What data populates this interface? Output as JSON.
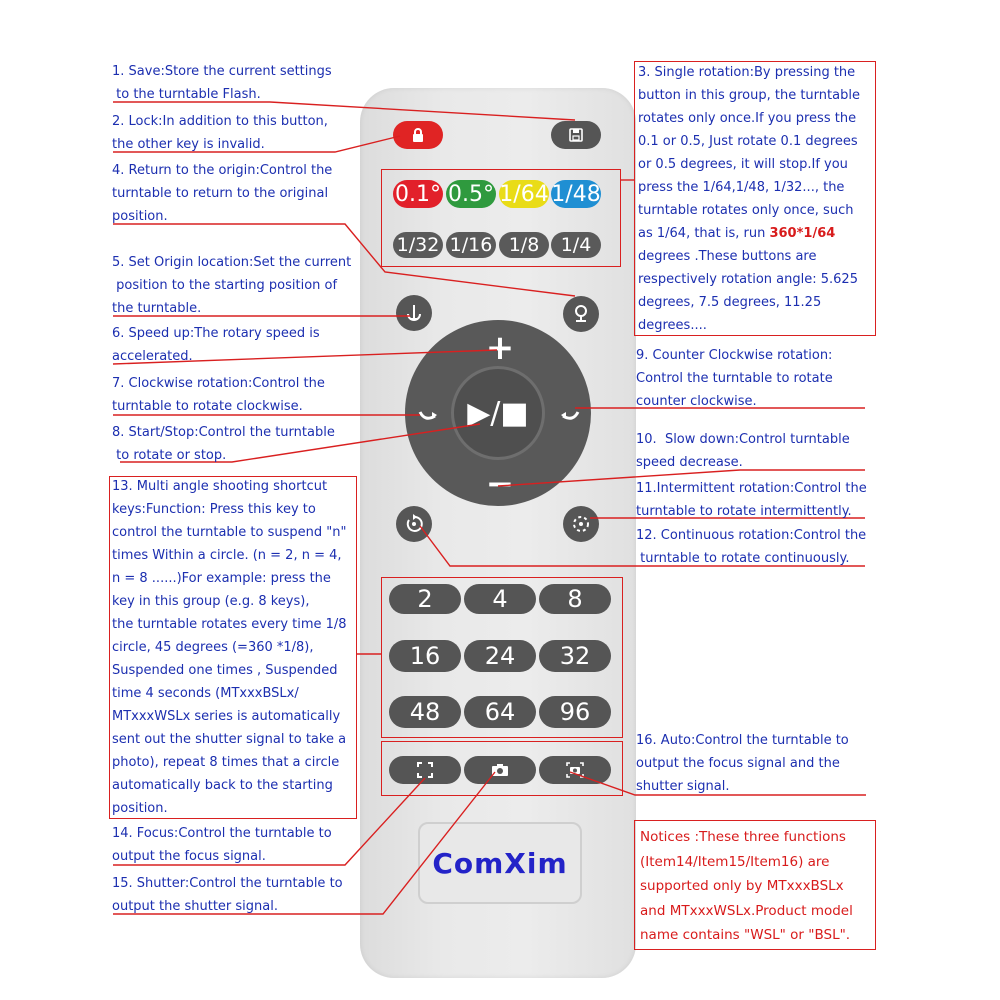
{
  "brand": "ComXim",
  "buttons": {
    "speed_fractions": [
      "0.1°",
      "0.5°",
      "1/64",
      "1/48"
    ],
    "fraction_row": [
      "1/32",
      "1/16",
      "1/8",
      "1/4"
    ],
    "multi_angle": [
      "2",
      "4",
      "8",
      "16",
      "24",
      "32",
      "48",
      "64",
      "96"
    ],
    "plus": "+",
    "minus": "−",
    "play_stop": "▶/■"
  },
  "colors": {
    "fraction_0_1": "#e2202a",
    "fraction_0_5": "#2f9a3e",
    "fraction_1_64": "#e9dc17",
    "fraction_1_48": "#1f8fd3",
    "lock": "#e02424",
    "annotation_blue": "#1c2fb0",
    "annotation_red": "#d92020"
  },
  "notes": {
    "n1": "1. Save:Store the current settings\n to the turntable Flash.",
    "n2": "2. Lock:In addition to this button,\nthe other key is invalid.",
    "n4": "4. Return to the origin:Control the\nturntable to return to the original\nposition.",
    "n5": "5. Set Origin location:Set the current\n position to the starting position of\nthe turntable.",
    "n6": "6. Speed up:The rotary speed is\naccelerated.",
    "n7": "7. Clockwise rotation:Control the\nturntable to rotate clockwise.",
    "n8": "8. Start/Stop:Control the turntable\n to rotate or stop.",
    "n3_a": "3. Single rotation:By pressing the\nbutton in this group, the turntable\nrotates only once.If you press the\n0.1 or 0.5, Just rotate 0.1 degrees\nor 0.5 degrees, it will stop.If you\npress the 1/64,1/48, 1/32..., the\nturntable rotates only once, such\nas 1/64, that is, run ",
    "n3_red": "360*1/64",
    "n3_b": "degrees .These buttons are\nrespectively rotation angle: 5.625\ndegrees, 7.5 degrees, 11.25\ndegrees....",
    "n9": "9. Counter Clockwise rotation:\nControl the turntable to rotate\ncounter clockwise.",
    "n10": "10.  Slow down:Control turntable\nspeed decrease.",
    "n11": "11.Intermittent rotation:Control the\nturntable to rotate intermittently.",
    "n12": "12. Continuous rotation:Control the\n turntable to rotate continuously.",
    "n13": "13. Multi angle shooting shortcut\nkeys:Function: Press this key to\ncontrol the turntable to suspend \"n\"\ntimes Within a circle. (n = 2, n = 4,\nn = 8 ......)For example: press the\nkey in this group (e.g. 8 keys),\nthe turntable rotates every time 1/8\ncircle, 45 degrees (=360 *1/8),\nSuspended one times , Suspended\ntime 4 seconds (MTxxxBSLx/\nMTxxxWSLx series is automatically\nsent out the shutter signal to take a\nphoto), repeat 8 times that a circle\nautomatically back to the starting\nposition.",
    "n14": "14. Focus:Control the turntable to\noutput the focus signal.",
    "n15": "15. Shutter:Control the turntable to\noutput the shutter signal.",
    "n16": "16. Auto:Control the turntable to\noutput the focus signal and the\nshutter signal.",
    "notice": "Notices :These three functions\n(Item14/Item15/Item16) are\nsupported only by MTxxxBSLx\nand MTxxxWSLx.Product model\nname contains \"WSL\" or \"BSL\"."
  },
  "icons": {
    "lock": "lock-icon",
    "save": "floppy-disk-icon",
    "return_origin": "anchor-down-icon",
    "set_origin": "anchor-up-icon",
    "clockwise": "clockwise-arrow-icon",
    "counter_clockwise": "counter-clockwise-arrow-icon",
    "continuous": "continuous-rotation-icon",
    "intermittent": "intermittent-rotation-icon",
    "focus": "focus-bracket-icon",
    "shutter": "camera-icon",
    "auto": "auto-focus-camera-icon"
  }
}
